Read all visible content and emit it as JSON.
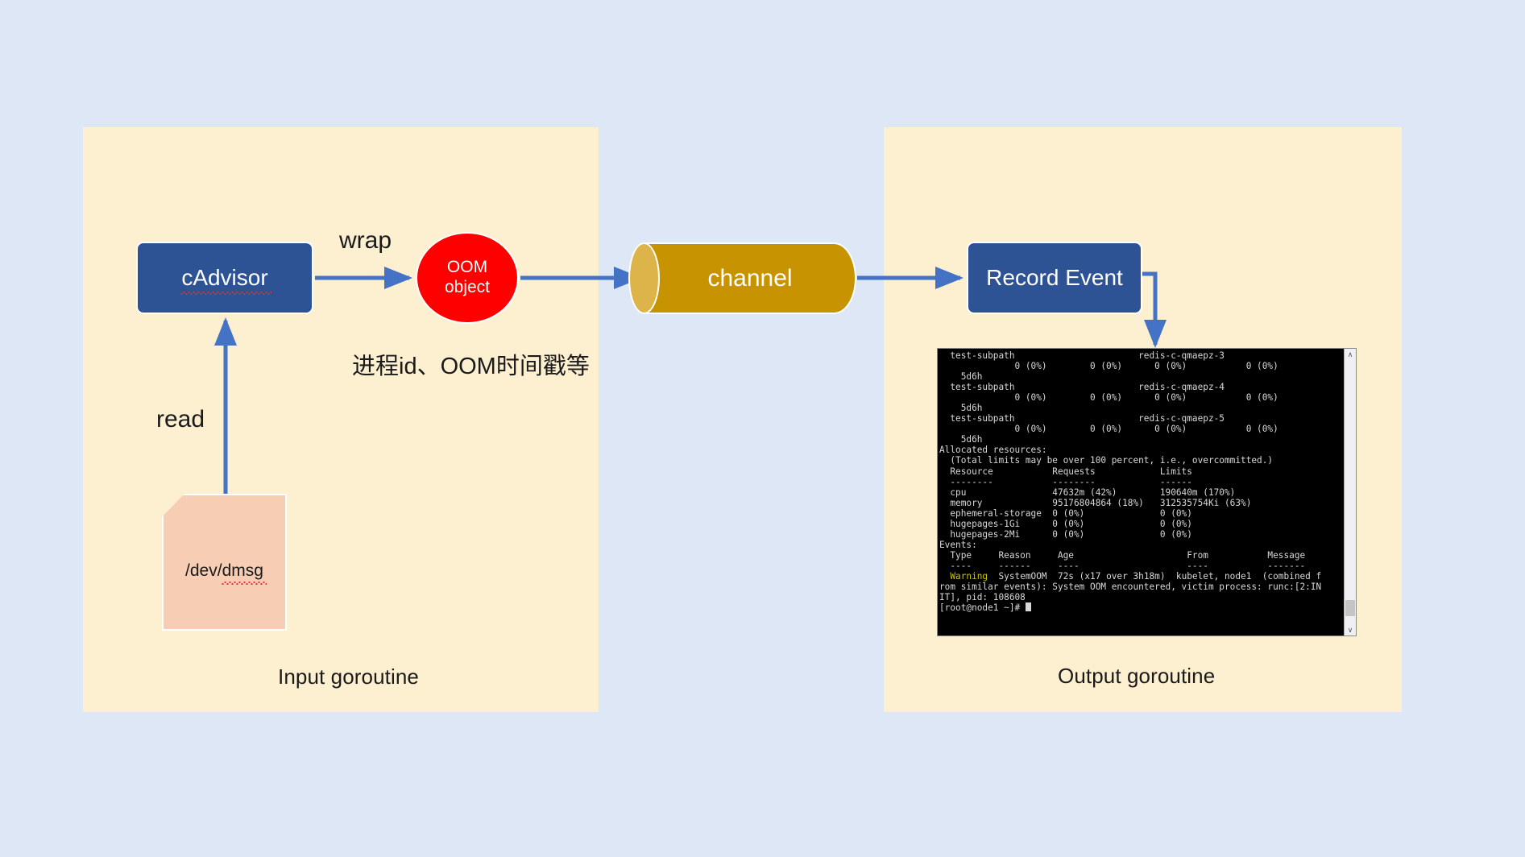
{
  "colors": {
    "background": "#dde7f6",
    "panel": "#fdf0d0",
    "process_box": "#2e5395",
    "oom_circle": "#ff0000",
    "channel": "#c79300",
    "channel_cap": "#dcb44a",
    "document": "#f7cdb3",
    "arrow": "#4472c4",
    "terminal_bg": "#000000",
    "terminal_fg": "#d8d8d8",
    "warning": "#cfc500"
  },
  "panels": {
    "input": {
      "caption": "Input goroutine"
    },
    "output": {
      "caption": "Output goroutine"
    }
  },
  "nodes": {
    "cadvisor": {
      "label": "cAdvisor"
    },
    "oom_object": {
      "line1": "OOM",
      "line2": "object"
    },
    "channel": {
      "label": "channel"
    },
    "record_event": {
      "label": "Record Event"
    },
    "dmsg": {
      "label_prefix": "/dev/",
      "label_suffix": "dmsg"
    }
  },
  "edges": {
    "wrap": "wrap",
    "read": "read",
    "oom_fields": "进程id、OOM时间戳等"
  },
  "terminal": {
    "lines": [
      "  test-subpath                       redis-c-qmaepz-3",
      "              0 (0%)        0 (0%)      0 (0%)           0 (0%)",
      "    5d6h",
      "  test-subpath                       redis-c-qmaepz-4",
      "              0 (0%)        0 (0%)      0 (0%)           0 (0%)",
      "    5d6h",
      "  test-subpath                       redis-c-qmaepz-5",
      "              0 (0%)        0 (0%)      0 (0%)           0 (0%)",
      "    5d6h",
      "Allocated resources:",
      "  (Total limits may be over 100 percent, i.e., overcommitted.)",
      "  Resource           Requests            Limits",
      "  --------           --------            ------",
      "  cpu                47632m (42%)        190640m (170%)",
      "  memory             95176804864 (18%)   312535754Ki (63%)",
      "  ephemeral-storage  0 (0%)              0 (0%)",
      "  hugepages-1Gi      0 (0%)              0 (0%)",
      "  hugepages-2Mi      0 (0%)              0 (0%)",
      "Events:",
      "  Type     Reason     Age                     From           Message",
      "  ----     ------     ----                    ----           -------"
    ],
    "warning_line": {
      "prefix": "  ",
      "type": "Warning",
      "rest": "  SystemOOM  72s (x17 over 3h18m)  kubelet, node1  (combined f"
    },
    "wrapped_lines": [
      "rom similar events): System OOM encountered, victim process: runc:[2:IN",
      "IT], pid: 108608"
    ],
    "prompt": "[root@node1 ~]# ",
    "scrollbar": {
      "up_glyph": "∧",
      "down_glyph": "∨"
    }
  }
}
